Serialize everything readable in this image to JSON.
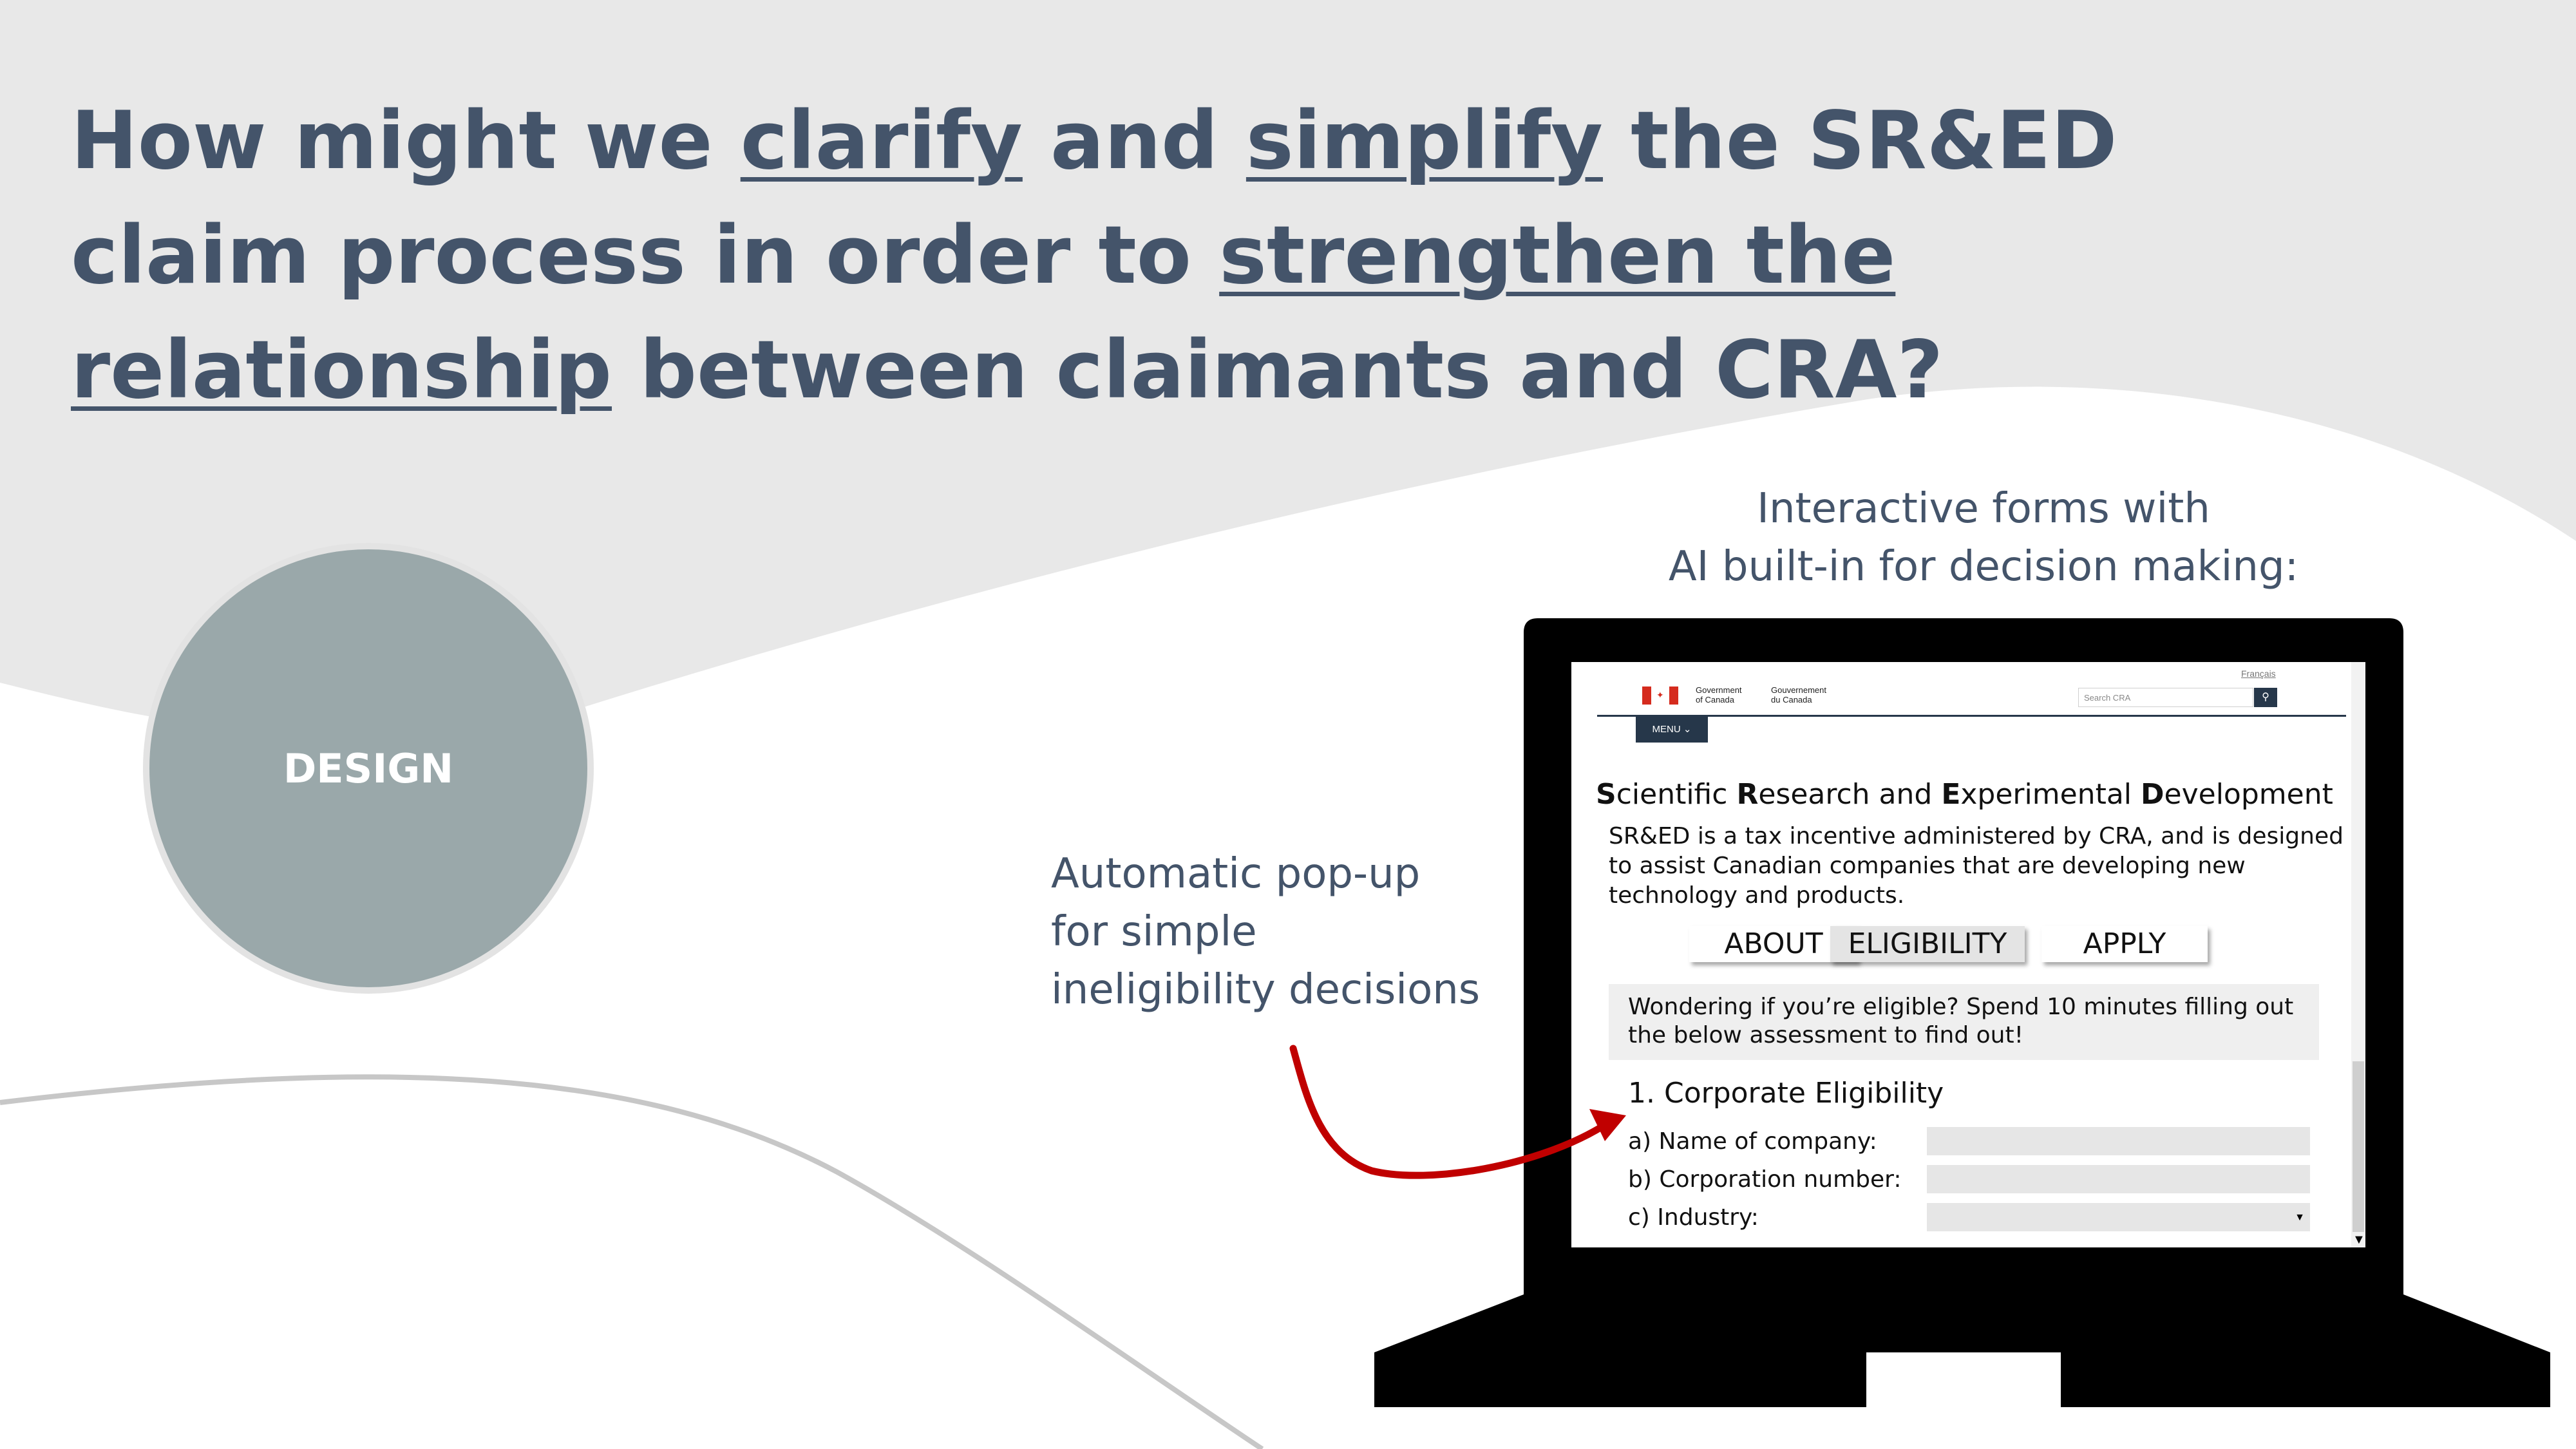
{
  "headline": {
    "segments": [
      {
        "text": "How might we ",
        "highlight": false
      },
      {
        "text": "clarify",
        "highlight": true
      },
      {
        "text": " and ",
        "highlight": false
      },
      {
        "text": "simplify",
        "highlight": true
      },
      {
        "text": " the SR&ED claim process in order to ",
        "highlight": false
      },
      {
        "text": "strengthen the relationship",
        "highlight": true
      },
      {
        "text": " between claimants and CRA?",
        "highlight": false
      }
    ]
  },
  "design_label": "DESIGN",
  "caption_top": [
    "Interactive forms with",
    "AI built-in for decision making:"
  ],
  "caption_left": [
    "Automatic pop-up",
    "for simple",
    "ineligibility decisions"
  ],
  "screen": {
    "francais_link": "Français",
    "gov_en": [
      "Government",
      "of Canada"
    ],
    "gov_fr": [
      "Gouvernement",
      "du Canada"
    ],
    "search_placeholder": "Search CRA",
    "menu_label": "MENU ⌄",
    "title": {
      "w1_initial": "S",
      "w1_rest": "cientific ",
      "w2_initial": "R",
      "w2_rest": "esearch and ",
      "w3_initial": "E",
      "w3_rest": "xperimental ",
      "w4_initial": "D",
      "w4_rest": "evelopment"
    },
    "intro": "SR&ED is a tax incentive administered by CRA, and is designed to assist Canadian companies that are developing new technology and products.",
    "tabs": [
      "ABOUT",
      "ELIGIBILITY",
      "APPLY"
    ],
    "assessment_text": "Wondering if you’re eligible? Spend 10 minutes filling out the below assessment to find out!",
    "section_heading": "1. Corporate Eligibility",
    "fields": [
      "a) Name of company:",
      "b) Corporation number:",
      "c) Industry:"
    ]
  },
  "colors": {
    "headline": "#44546a",
    "circle": "#9aa8aa",
    "arrow": "#c00000",
    "laptop": "#000000",
    "gov_navy": "#26374a"
  },
  "icons": {
    "flag": "canada-flag-icon",
    "search": "search-icon",
    "menu_chevron": "chevron-down-icon",
    "select": "dropdown-arrow-icon",
    "scroll": "scroll-down-arrow-icon"
  }
}
